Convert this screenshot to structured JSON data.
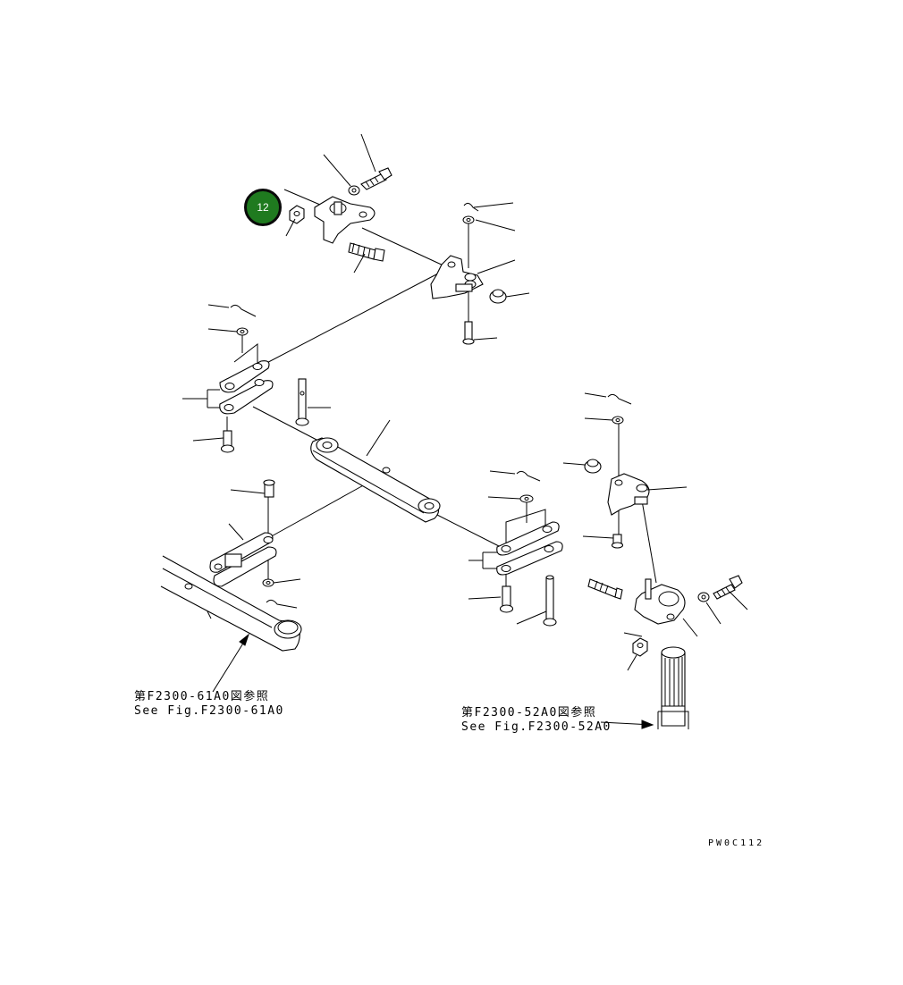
{
  "callout": {
    "number": "12",
    "color": "#1f7a1f"
  },
  "references": {
    "left": {
      "jp": "第F2300-61A0図参照",
      "en": "See Fig.F2300-61A0"
    },
    "right": {
      "jp": "第F2300-52A0図参照",
      "en": "See Fig.F2300-52A0"
    }
  },
  "drawing_code": "PW0C112"
}
